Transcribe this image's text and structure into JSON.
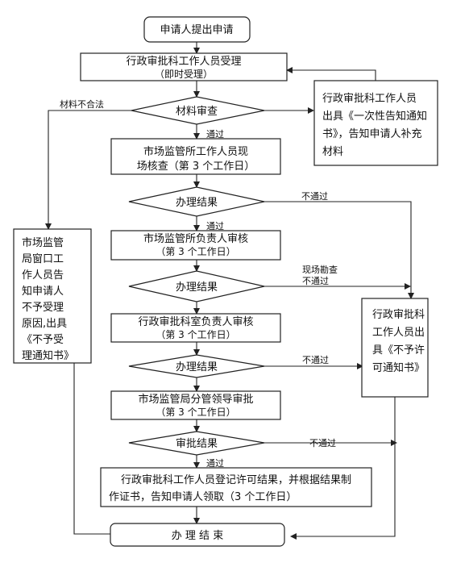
{
  "start": "申请人提出申请",
  "accept": {
    "line1": "行政审批科工作人员受理",
    "line2": "（即时受理）"
  },
  "material_check": "材料审查",
  "notice_box": {
    "line1": "行政审批科工作人员",
    "line2": "出具《一次性告知通知",
    "line3": "书》，告知申请人补充",
    "line4": "材料"
  },
  "site_check": {
    "line1": "市场监管所工作人员现",
    "line2": "场核查（第 3 个工作日）"
  },
  "result1": "办理结果",
  "supervisor_review": {
    "line1": "市场监管所负责人审核",
    "line2": "（第 3 个工作日）"
  },
  "result2": "办理结果",
  "office_review": {
    "line1": "行政审批科室负责人审核",
    "line2": "（第 3 个工作日）"
  },
  "result3": "办理结果",
  "leader_review": {
    "line1": "市场监管局分管领导审批",
    "line2": "（第 3 个工作日）"
  },
  "result4": "审批结果",
  "register": {
    "line1": "行政审批科工作人员登记许可结果，并根据结果制",
    "line2": "作证书，告知申请人领取（3 个工作日）"
  },
  "end": "办 理 结 束",
  "reject_box": {
    "lines": [
      "市场监管",
      "局窗口工",
      "作人员告",
      "知申请人",
      "不予受理",
      "原因,出具",
      "《不予受",
      "理通知书》"
    ]
  },
  "deny_box": {
    "lines": [
      "行政审批科",
      "工作人员出",
      "具《不予许",
      "可通知书》"
    ]
  },
  "labels": {
    "material_fail": "材料不合法",
    "pass1": "通过",
    "pass2": "通过",
    "pass3": "通过",
    "fail1": "不通过",
    "site_fail": "现场勘查",
    "fail2": "不通过",
    "fail3": "不通过",
    "fail4": "不通过"
  }
}
